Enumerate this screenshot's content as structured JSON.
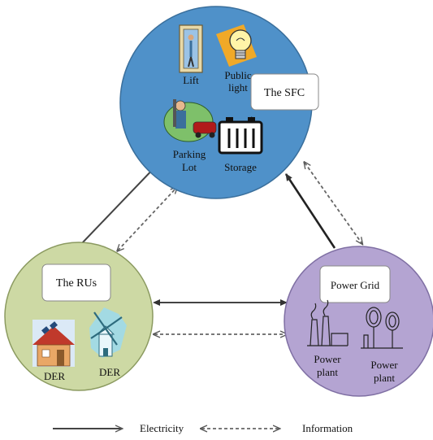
{
  "nodes": {
    "sfc": {
      "title": "The SFC",
      "color": "#4f91c9",
      "items": {
        "lift": "Lift",
        "public_light_line1": "Public",
        "public_light_line2": "light",
        "parking_line1": "Parking",
        "parking_line2": "Lot",
        "storage": "Storage"
      }
    },
    "rus": {
      "title": "The RUs",
      "color": "#cdd9a4",
      "items": {
        "der1": "DER",
        "der2": "DER"
      }
    },
    "grid": {
      "title": "Power Grid",
      "color": "#b4a4d2",
      "items": {
        "plant1_line1": "Power",
        "plant1_line2": "plant",
        "plant2_line1": "Power",
        "plant2_line2": "plant"
      }
    }
  },
  "legend": {
    "electricity": "Electricity",
    "information": "Information"
  },
  "icons": {
    "lift": "lift-icon",
    "public_light": "light-bulb-icon",
    "parking": "parking-lot-icon",
    "storage": "battery-storage-icon",
    "der_house": "solar-house-icon",
    "der_wind": "windmill-icon",
    "plant1": "factory-icon",
    "plant2": "power-plant-tower-icon"
  }
}
